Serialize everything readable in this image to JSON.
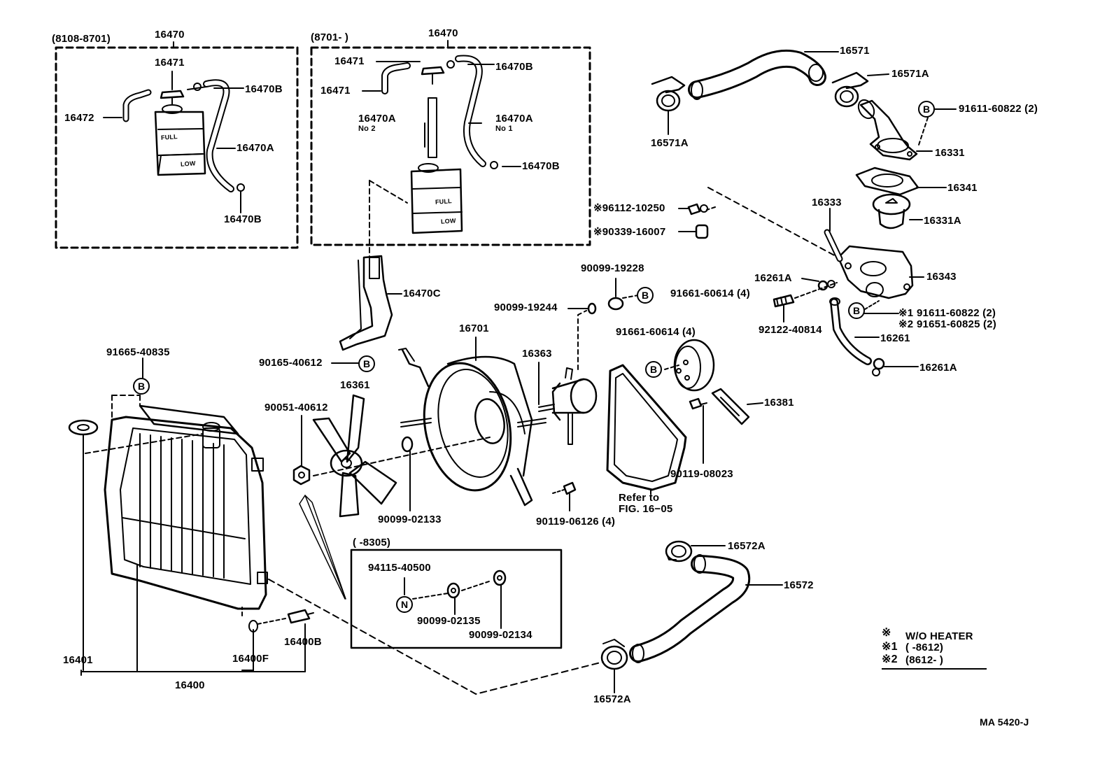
{
  "diagram": {
    "left_box": {
      "range": "(8108-8701)",
      "part_no": "16470",
      "parts": [
        "16471",
        "16472",
        "16470B",
        "16470A",
        "16470B"
      ],
      "tank_full": "FULL",
      "tank_low": "LOW"
    },
    "right_box": {
      "range": "(8701-      )",
      "part_no": "16470",
      "parts": [
        "16471",
        "16470B",
        "16471",
        "16470A",
        "No 2",
        "16470A",
        "No 1",
        "16470B"
      ],
      "tank_full": "FULL",
      "tank_low": "LOW"
    },
    "labels": {
      "l_16470C": "16470C",
      "l_90165": "90165-40612",
      "l_91665": "91665-40835",
      "l_16401": "16401",
      "l_16400": "16400",
      "l_16400F": "16400F",
      "l_16400B": "16400B",
      "l_90051": "90051-40612",
      "l_16361": "16361",
      "l_90099_02133": "90099-02133",
      "l_16701": "16701",
      "l_16363": "16363",
      "l_90099_19244": "90099-19244",
      "l_90099_19228": "90099-19228",
      "l_91661_a": "91661-60614 (4)",
      "l_91661_b": "91661-60614 (4)",
      "l_90119_06126": "90119-06126 (4)",
      "l_refer1": "Refer to",
      "l_refer2": "FIG. 16−05",
      "l_90119_08023": "90119-08023",
      "l_16381": "16381",
      "l_96112": "※96112-10250",
      "l_90339": "※90339-16007",
      "l_16571": "16571",
      "l_16571A_r": "16571A",
      "l_16571A_l": "16571A",
      "l_91611_top": "91611-60822 (2)",
      "l_16331": "16331",
      "l_16341": "16341",
      "l_16333": "16333",
      "l_16331A": "16331A",
      "l_16261A_top": "16261A",
      "l_16343": "16343",
      "l_92122": "92122-40814",
      "l_91611_bot": "91611-60822 (2)",
      "l_91651": "91651-60825 (2)",
      "l_mark1": "※1",
      "l_mark2": "※2",
      "l_16261": "16261",
      "l_16261A_bot": "16261A",
      "l_16572A_top": "16572A",
      "l_16572": "16572",
      "l_16572A_bot": "16572A"
    },
    "inset": {
      "range": "(        -8305)",
      "part_n": "94115-40500",
      "part_w1": "90099-02135",
      "part_w2": "90099-02134"
    },
    "circle_letters": {
      "B": "B",
      "N": "N"
    },
    "legend": {
      "mark": "※",
      "wo_heater": "W/O HEATER",
      "m1": "※1",
      "m1_range": "(        -8612)",
      "m2": "※2",
      "m2_range": "(8612-        )"
    },
    "footer_code": "MA 5420-J"
  }
}
